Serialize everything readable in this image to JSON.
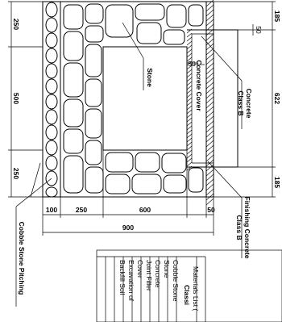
{
  "drawing": {
    "dimensions_left": [
      "250",
      "500",
      "250"
    ],
    "dimensions_right": [
      "185",
      "622",
      "185"
    ],
    "dimension_bottom_row": [
      "100",
      "250",
      "600",
      "50"
    ],
    "dimension_total": "900",
    "dim_50_top": "50",
    "dim_50_inner": "50",
    "labels": {
      "stone": "Stone",
      "concrete_cover": "Concrete Cover",
      "concrete_class_b_line1": "Concrete",
      "concrete_class_b_line2": "Class B",
      "finishing_line1": "Finishing Concrete",
      "finishing_line2": "Class B",
      "cobble_pitching": "Cobble Stone Pitching"
    }
  },
  "materials_table": {
    "title": "Materials List (",
    "header": "Classi",
    "rows": [
      "Cobble Stone",
      "Stone",
      "Concrete",
      "Joint Filler",
      "Cover",
      "Excavation of",
      "Backfill Soil"
    ]
  }
}
